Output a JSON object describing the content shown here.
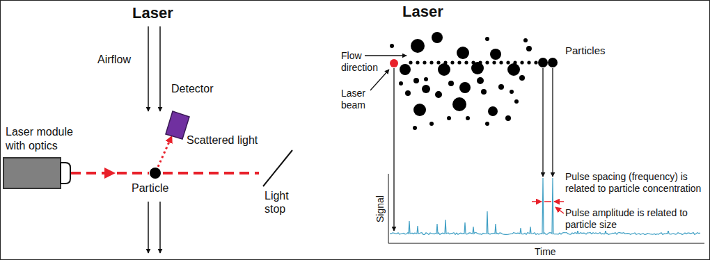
{
  "diagram": {
    "nodes": [
      {
        "text": [
          "Laser module with optics"
        ]
      },
      {
        "text": [
          "Particle"
        ]
      },
      {
        "text": [
          "Detector"
        ]
      }
    ],
    "edges": [
      {
        "from": 0,
        "to": 1,
        "arrow": "to"
      },
      {
        "from": 1,
        "to": 2,
        "label": "Scattered light",
        "arrow": "to"
      }
    ],
    "labels": [
      "Laser",
      "Airflow",
      "Light stop",
      "Laser",
      "Flow direction",
      "Laser beam",
      "Particles",
      "Signal",
      "Time",
      "Pulse spacing (frequency) is related to particle concentration",
      "Pulse amplitude is related to particle size"
    ]
  }
}
